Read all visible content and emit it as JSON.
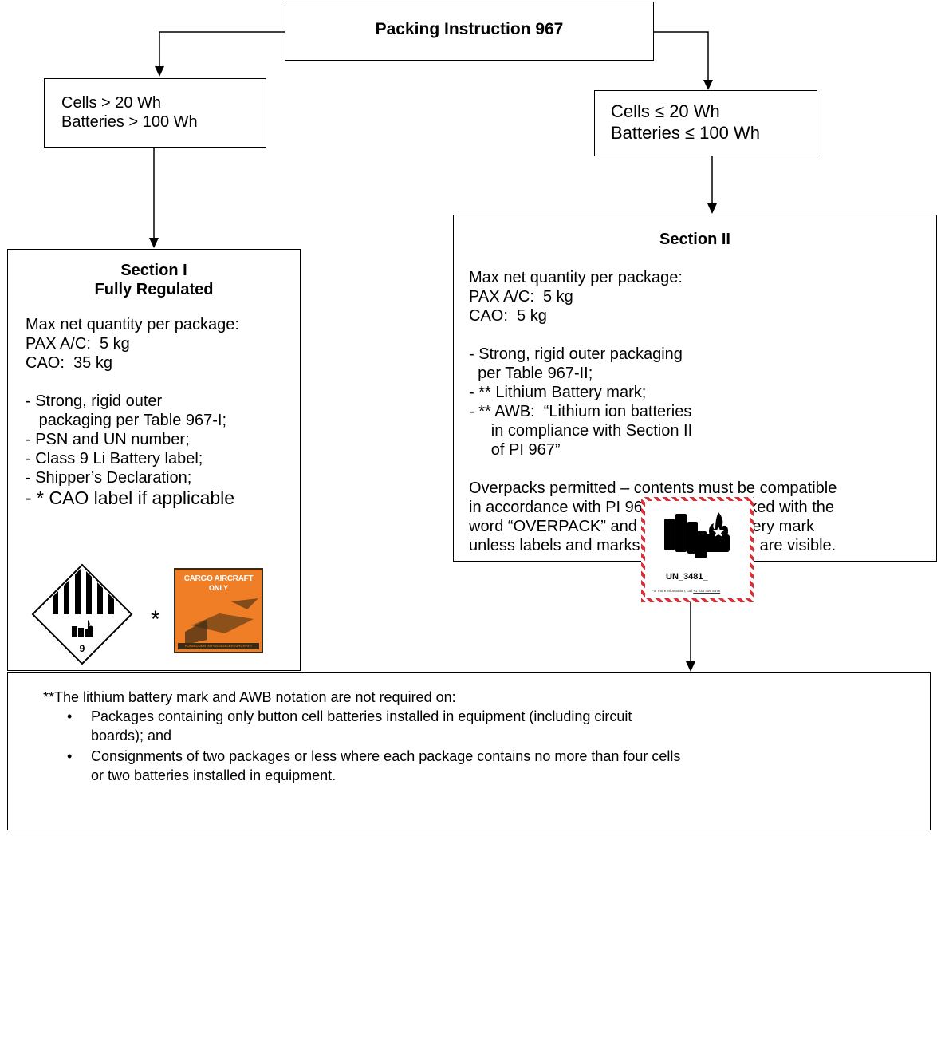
{
  "root": {
    "label": "Packing Instruction 967"
  },
  "left": {
    "condition": [
      "Cells > 20 Wh",
      "Batteries > 100 Wh"
    ],
    "section_title": [
      "Section I",
      "Fully Regulated"
    ],
    "qty": [
      "Max net quantity per package:",
      "PAX A/C:  5 kg",
      "CAO:  35 kg"
    ],
    "requirements": [
      "- Strong, rigid outer",
      "   packaging per Table 967-I;",
      "- PSN and UN number;",
      "- Class 9 Li Battery label;",
      "- Shipper’s Declaration;",
      "- * CAO label if applicable"
    ],
    "label_class9_number": "9",
    "asterisk": "*",
    "cao_label_text": [
      "CARGO AIRCRAFT",
      "ONLY",
      "FORBIDDEN IN PASSENGER AIRCRAFT"
    ]
  },
  "right": {
    "condition": [
      "Cells ≤ 20 Wh",
      "Batteries ≤ 100 Wh"
    ],
    "section_title": "Section II",
    "qty": [
      "Max net quantity per package:",
      "PAX A/C:  5 kg",
      "CAO:  5 kg"
    ],
    "requirements": [
      "- Strong, rigid outer packaging",
      "  per Table 967-II;",
      "- ** Lithium Battery mark;",
      "- ** AWB:  “Lithium ion batteries",
      "     in compliance with Section II",
      "     of PI 967”"
    ],
    "overpack_note": [
      "Overpacks permitted – contents must be compatible",
      "in accordance with PI 967, must be marked with the",
      "word “OVERPACK” and the Lithium Battery mark",
      "unless labels and marks inside overpack are visible."
    ],
    "mark_un": "UN_3481_",
    "mark_info": "For more information, call",
    "mark_phone": "+1 234 456 5678"
  },
  "bottom": {
    "intro": "**The lithium battery mark and AWB notation are not required on:",
    "items": [
      [
        "Packages containing only button cell batteries installed in equipment (including circuit",
        "boards); and"
      ],
      [
        "Consignments of two packages or less where each package contains no more than four cells",
        "or two batteries installed in equipment."
      ]
    ]
  }
}
